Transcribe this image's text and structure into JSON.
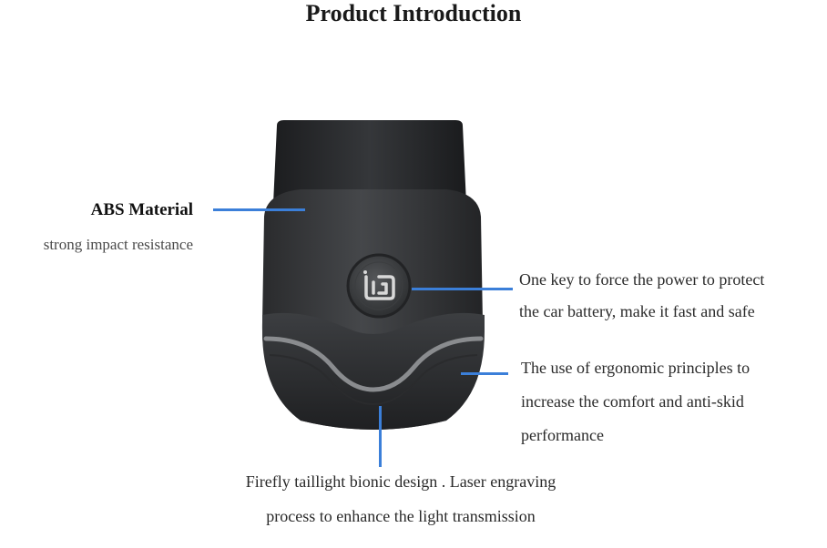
{
  "page": {
    "title": "Product Introduction"
  },
  "device": {
    "logo_icon": "ui-logo-icon",
    "body_color": "#3a3c3f",
    "stripe_color": "#8a8c8f"
  },
  "callouts": {
    "accent_color": "#3b7fd9",
    "material": {
      "title": "ABS Material",
      "subtitle": "strong impact resistance"
    },
    "power_key": {
      "line1": "One key to force the power to protect",
      "line2": "the car battery, make it fast and safe"
    },
    "ergonomic": {
      "line1": "The use of ergonomic principles to",
      "line2": "increase the comfort and anti-skid",
      "line3": "performance"
    },
    "taillight": {
      "line1": "Firefly taillight bionic design . Laser engraving",
      "line2": "process to enhance the light transmission"
    }
  }
}
